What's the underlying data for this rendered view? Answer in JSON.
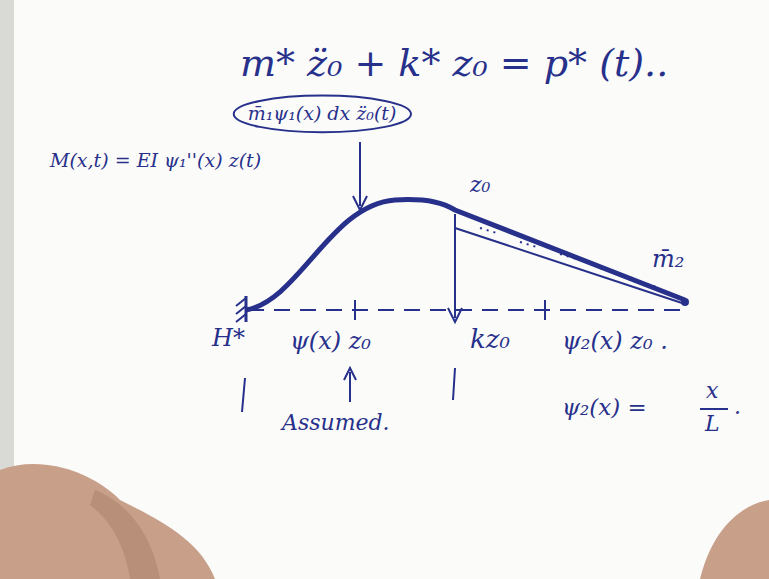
{
  "diagram": {
    "title": "m* z̈₀ + k* z₀ = p* (t)..",
    "nodes": [
      {
        "text": [
          "m̄₁ψ₁(x) dx z̈₀(t)"
        ]
      }
    ],
    "labels": [
      "M(x,t) = EI ψ₁''(x) z(t)",
      "z₀",
      "m̄₂",
      "H*",
      "ψ(x) z₀",
      "kz₀",
      "ψ₂(x) z₀ .",
      "Assumed.",
      "ψ₂(x) =",
      "x",
      "L",
      "."
    ]
  }
}
